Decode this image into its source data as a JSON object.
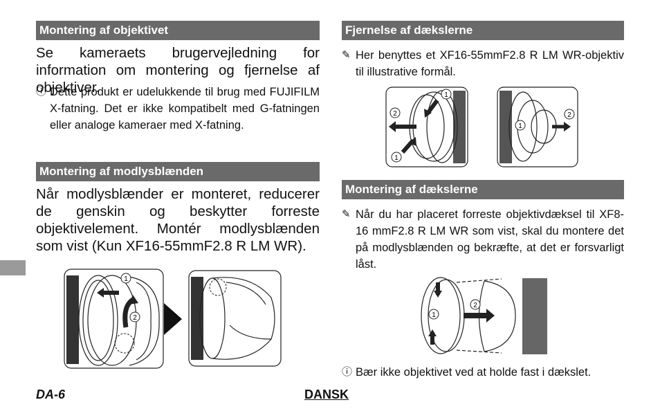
{
  "left": {
    "section1": {
      "heading": "Montering af objektivet",
      "body": "Se kameraets brugervejledning for information om montering og fjernelse af objektiver.",
      "note_icon": "caution-icon",
      "note": "Dette produkt er udelukkende til brug med FUJIFILM X-fatning. Det er ikke kompatibelt med G-fatningen eller analoge kameraer med X-fatning."
    },
    "section2": {
      "heading": "Montering af modlysblænden",
      "body": "Når modlysblænder er monteret, reducerer de genskin og beskytter forreste objektivelement. Montér modlysblænden som vist (Kun XF16-55mmF2.8 R LM WR).",
      "labels": [
        "1",
        "2"
      ]
    }
  },
  "right": {
    "section1": {
      "heading": "Fjernelse af dækslerne",
      "note_icon": "pencil-icon",
      "note": "Her benyttes et XF16-55mmF2.8 R LM WR-objektiv til illustrative formål.",
      "labels": [
        "1",
        "2",
        "1",
        "1",
        "2"
      ]
    },
    "section2": {
      "heading": "Montering af dækslerne",
      "note_icon": "pencil-icon",
      "note": "Når du har placeret forreste objektivdæksel til XF8-16 mmF2.8 R LM WR som vist, skal du montere det på modlysblænden og bekræfte, at det er forsvarligt låst.",
      "labels": [
        "1",
        "2"
      ],
      "caution_icon": "caution-icon",
      "caution": "Bær ikke objektivet ved at holde fast i dækslet."
    }
  },
  "footer": {
    "page": "DA-6",
    "language": "DANSK"
  }
}
